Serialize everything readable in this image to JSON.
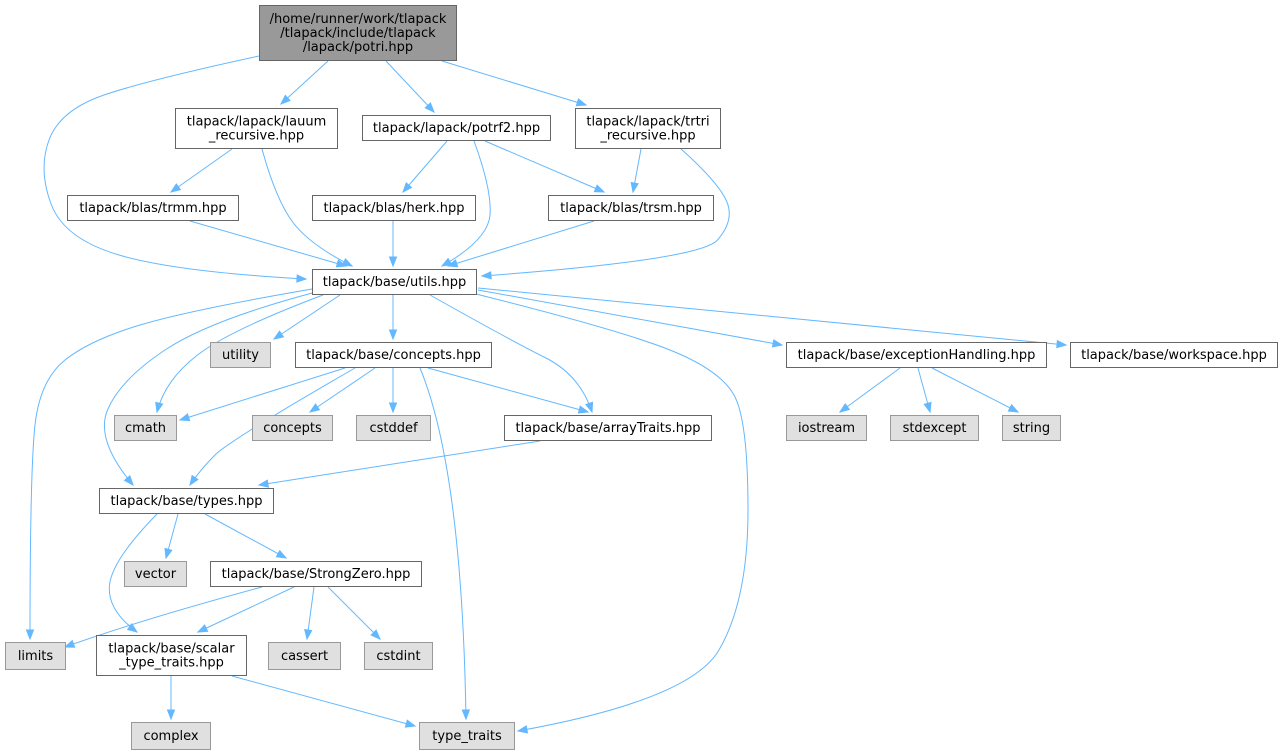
{
  "colors": {
    "root_fill": "#999999",
    "root_stroke": "#666666",
    "file_fill": "#ffffff",
    "file_stroke": "#666666",
    "system_fill": "#e0e0e0",
    "system_stroke": "#999999",
    "text": "#000000",
    "edge": "#63b8ff"
  },
  "nodes": [
    {
      "id": "potri",
      "kind": "root",
      "lines": [
        "/home/runner/work/tlapack",
        "/tlapack/include/tlapack",
        "/lapack/potri.hpp"
      ]
    },
    {
      "id": "lauum",
      "kind": "file",
      "lines": [
        "tlapack/lapack/lauum",
        "_recursive.hpp"
      ]
    },
    {
      "id": "potrf2",
      "kind": "file",
      "lines": [
        "tlapack/lapack/potrf2.hpp"
      ]
    },
    {
      "id": "trtri",
      "kind": "file",
      "lines": [
        "tlapack/lapack/trtri",
        "_recursive.hpp"
      ]
    },
    {
      "id": "trmm",
      "kind": "file",
      "lines": [
        "tlapack/blas/trmm.hpp"
      ]
    },
    {
      "id": "herk",
      "kind": "file",
      "lines": [
        "tlapack/blas/herk.hpp"
      ]
    },
    {
      "id": "trsm",
      "kind": "file",
      "lines": [
        "tlapack/blas/trsm.hpp"
      ]
    },
    {
      "id": "utils",
      "kind": "file",
      "lines": [
        "tlapack/base/utils.hpp"
      ]
    },
    {
      "id": "utility",
      "kind": "system",
      "lines": [
        "utility"
      ]
    },
    {
      "id": "concepts_hpp",
      "kind": "file",
      "lines": [
        "tlapack/base/concepts.hpp"
      ]
    },
    {
      "id": "exception",
      "kind": "file",
      "lines": [
        "tlapack/base/exceptionHandling.hpp"
      ]
    },
    {
      "id": "workspace",
      "kind": "file",
      "lines": [
        "tlapack/base/workspace.hpp"
      ]
    },
    {
      "id": "cmath",
      "kind": "system",
      "lines": [
        "cmath"
      ]
    },
    {
      "id": "concepts",
      "kind": "system",
      "lines": [
        "concepts"
      ]
    },
    {
      "id": "cstddef",
      "kind": "system",
      "lines": [
        "cstddef"
      ]
    },
    {
      "id": "arraytraits",
      "kind": "file",
      "lines": [
        "tlapack/base/arrayTraits.hpp"
      ]
    },
    {
      "id": "iostream",
      "kind": "system",
      "lines": [
        "iostream"
      ]
    },
    {
      "id": "stdexcept",
      "kind": "system",
      "lines": [
        "stdexcept"
      ]
    },
    {
      "id": "string",
      "kind": "system",
      "lines": [
        "string"
      ]
    },
    {
      "id": "types",
      "kind": "file",
      "lines": [
        "tlapack/base/types.hpp"
      ]
    },
    {
      "id": "vector",
      "kind": "system",
      "lines": [
        "vector"
      ]
    },
    {
      "id": "strongzero",
      "kind": "file",
      "lines": [
        "tlapack/base/StrongZero.hpp"
      ]
    },
    {
      "id": "limits",
      "kind": "system",
      "lines": [
        "limits"
      ]
    },
    {
      "id": "scalar",
      "kind": "file",
      "lines": [
        "tlapack/base/scalar",
        "_type_traits.hpp"
      ]
    },
    {
      "id": "cassert",
      "kind": "system",
      "lines": [
        "cassert"
      ]
    },
    {
      "id": "cstdint",
      "kind": "system",
      "lines": [
        "cstdint"
      ]
    },
    {
      "id": "complex",
      "kind": "system",
      "lines": [
        "complex"
      ]
    },
    {
      "id": "type_traits",
      "kind": "system",
      "lines": [
        "type_traits"
      ]
    }
  ],
  "edges": [
    [
      "potri",
      "lauum"
    ],
    [
      "potri",
      "potrf2"
    ],
    [
      "potri",
      "trtri"
    ],
    [
      "potri",
      "utils"
    ],
    [
      "lauum",
      "trmm"
    ],
    [
      "lauum",
      "utils"
    ],
    [
      "potrf2",
      "herk"
    ],
    [
      "potrf2",
      "trsm"
    ],
    [
      "potrf2",
      "utils"
    ],
    [
      "trtri",
      "trsm"
    ],
    [
      "trtri",
      "utils"
    ],
    [
      "trmm",
      "utils"
    ],
    [
      "herk",
      "utils"
    ],
    [
      "trsm",
      "utils"
    ],
    [
      "utils",
      "utility"
    ],
    [
      "utils",
      "concepts_hpp"
    ],
    [
      "utils",
      "exception"
    ],
    [
      "utils",
      "workspace"
    ],
    [
      "utils",
      "cmath"
    ],
    [
      "utils",
      "arraytraits"
    ],
    [
      "utils",
      "types"
    ],
    [
      "utils",
      "limits"
    ],
    [
      "utils",
      "type_traits"
    ],
    [
      "concepts_hpp",
      "cmath"
    ],
    [
      "concepts_hpp",
      "concepts"
    ],
    [
      "concepts_hpp",
      "cstddef"
    ],
    [
      "concepts_hpp",
      "arraytraits"
    ],
    [
      "concepts_hpp",
      "types"
    ],
    [
      "concepts_hpp",
      "type_traits"
    ],
    [
      "exception",
      "iostream"
    ],
    [
      "exception",
      "stdexcept"
    ],
    [
      "exception",
      "string"
    ],
    [
      "arraytraits",
      "types"
    ],
    [
      "types",
      "vector"
    ],
    [
      "types",
      "strongzero"
    ],
    [
      "types",
      "scalar"
    ],
    [
      "strongzero",
      "limits"
    ],
    [
      "strongzero",
      "scalar"
    ],
    [
      "strongzero",
      "cassert"
    ],
    [
      "strongzero",
      "cstdint"
    ],
    [
      "scalar",
      "complex"
    ],
    [
      "scalar",
      "type_traits"
    ]
  ]
}
